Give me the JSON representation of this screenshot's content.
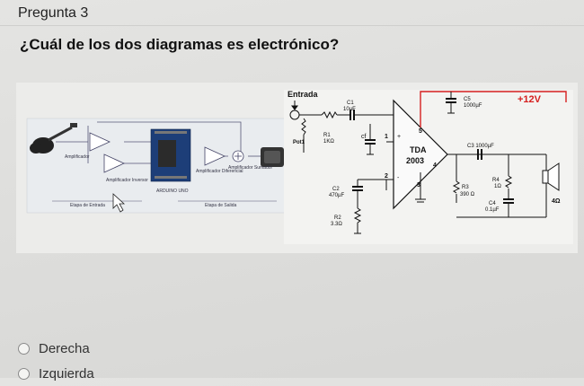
{
  "question": {
    "label": "Pregunta 3",
    "title": "¿Cuál de los dos diagramas es electrónico?"
  },
  "left_diagram": {
    "labels": {
      "amplificador": "Amplificador",
      "amplificador_inversor": "Amplificador Inversor",
      "amplificador_diferencial": "Amplificador Diferencial",
      "amplificador_sumador": "Amplificador Sumador",
      "etapa_entrada": "Etapa de Entrada",
      "etapa_salida": "Etapa de Salida",
      "arduino": "ARDUINO UNO"
    }
  },
  "right_diagram": {
    "labels": {
      "entrada": "Entrada",
      "c1": "C1",
      "c1_val": "10µF",
      "pot": "Pot1",
      "r1": "R1",
      "r1_val": "1KΩ",
      "tda": "TDA",
      "tda_num": "2003",
      "pin1": "1",
      "pin2": "2",
      "pin3": "3",
      "pin4": "4",
      "pin5": "5",
      "c2": "C2",
      "c2_val": "470µF",
      "r2": "R2",
      "r2_val": "3.3Ω",
      "c5": "C5",
      "c5_val": "1000µF",
      "vcc": "+12V",
      "c3": "C3 1000µF",
      "r3": "R3",
      "r3_val": "390 Ω",
      "r4": "R4",
      "r4_val": "1Ω",
      "c4": "C4",
      "c4_val": "0.1µF",
      "spk": "4Ω"
    }
  },
  "options": [
    {
      "label": "Derecha"
    },
    {
      "label": "Izquierda"
    }
  ]
}
